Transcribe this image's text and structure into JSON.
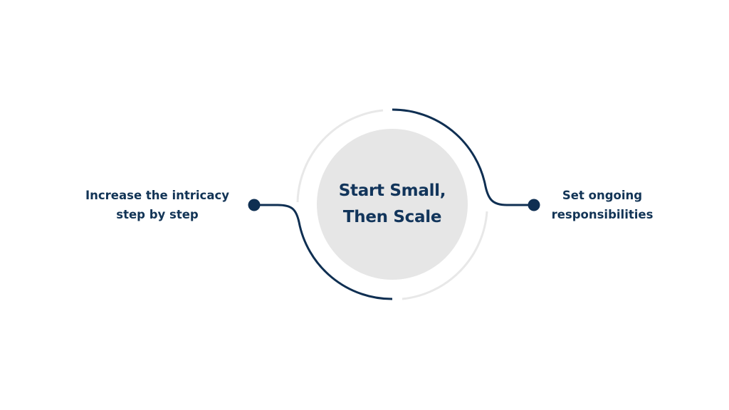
{
  "center": {
    "line1": "Start Small,",
    "line2": "Then Scale"
  },
  "left_item": {
    "line1": "Increase the intricacy",
    "line2": "step by step"
  },
  "right_item": {
    "line1": "Set ongoing",
    "line2": "responsibilities"
  },
  "colors": {
    "navy": "#0f2f52",
    "light_ring": "#e6e6e6",
    "inner_circle": "#e6e6e6"
  }
}
